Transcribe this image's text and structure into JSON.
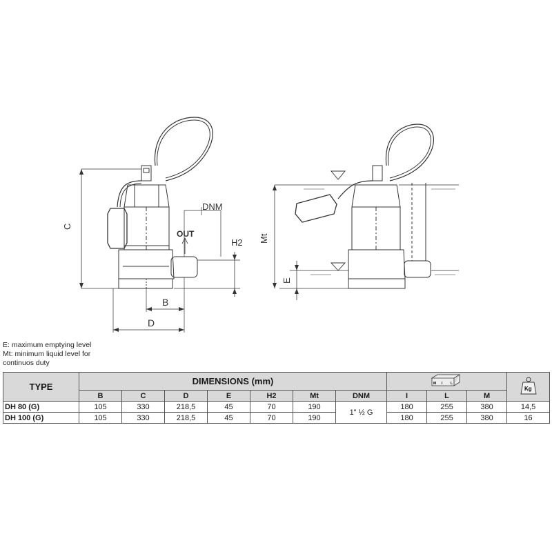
{
  "drawing": {
    "left_labels": {
      "C": "C",
      "B": "B",
      "D": "D",
      "DNM": "DNM",
      "OUT": "OUT",
      "H2": "H2"
    },
    "right_labels": {
      "Mt": "Mt",
      "E": "E"
    }
  },
  "legend": {
    "line1": "E: maximum emptying level",
    "line2": "Mt: minimum liquid level for",
    "line3": "continuos duty"
  },
  "table": {
    "type_header": "TYPE",
    "dimensions_header": "DIMENSIONS (mm)",
    "columns": [
      "B",
      "C",
      "D",
      "E",
      "H2",
      "Mt",
      "DNM",
      "I",
      "L",
      "M"
    ],
    "box_icon_labels": {
      "M": "M",
      "I": "I",
      "L": "L"
    },
    "weight_icon_label": "Kg",
    "rows": [
      {
        "type": "DH 80 (G)",
        "B": "105",
        "C": "330",
        "D": "218,5",
        "E": "45",
        "H2": "70",
        "Mt": "190",
        "DNM": "1\" ½ G",
        "I": "180",
        "L": "255",
        "M": "380",
        "weight": "14,5"
      },
      {
        "type": "DH 100 (G)",
        "B": "105",
        "C": "330",
        "D": "218,5",
        "E": "45",
        "H2": "70",
        "Mt": "190",
        "DNM": "1\" ½ G",
        "I": "180",
        "L": "255",
        "M": "380",
        "weight": "16"
      }
    ]
  }
}
